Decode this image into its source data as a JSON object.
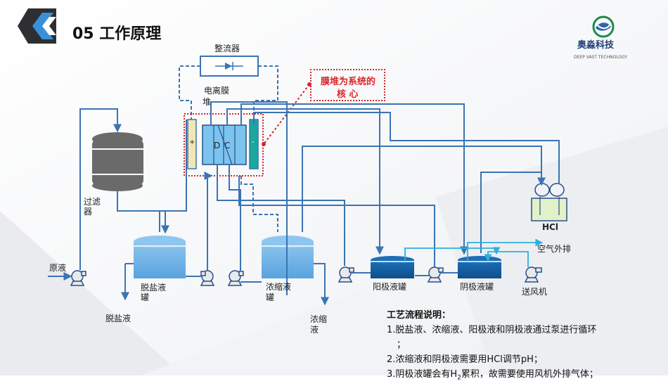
{
  "slide": {
    "number": "05",
    "title": "工作原理"
  },
  "logo": {
    "name": "奥淼科技",
    "subtitle": "DEEP VAST TECHNOLOGY"
  },
  "labels": {
    "rectifier": "整流器",
    "membrane_stack_1": "电离膜",
    "membrane_stack_2": "堆",
    "dc_d": "D",
    "dc_c": "C",
    "plus": "+",
    "minus": "-",
    "filter_1": "过滤",
    "filter_2": "器",
    "raw_liquid": "原液",
    "desalt_tank_1": "脱盐液",
    "desalt_tank_2": "罐",
    "desalt_out": "脱盐液",
    "conc_tank_1": "浓缩液",
    "conc_tank_2": "罐",
    "conc_out_1": "浓缩",
    "conc_out_2": "液",
    "anode_tank": "阳极液罐",
    "cathode_tank": "阴极液罐",
    "blower": "送风机",
    "hcl": "HCl",
    "exhaust": "空气外排"
  },
  "callout": {
    "line1": "膜堆为系统的",
    "line2": "核  心"
  },
  "notes": {
    "title": "工艺流程说明：",
    "l1a": "1.脱盐液、浓缩液、阳极液和阴极液通过泵进行循环",
    "l1b": "；",
    "l2": "2.浓缩液和阴极液需要用HCl调节pH；",
    "l3a": "3.阴极液罐会有H",
    "l3sub": "2",
    "l3b": "累积，故需要使用风机外排气体；"
  },
  "colors": {
    "pipe": "#3a74b4",
    "tank": "#6fb1e6",
    "callout": "#d9262b"
  }
}
